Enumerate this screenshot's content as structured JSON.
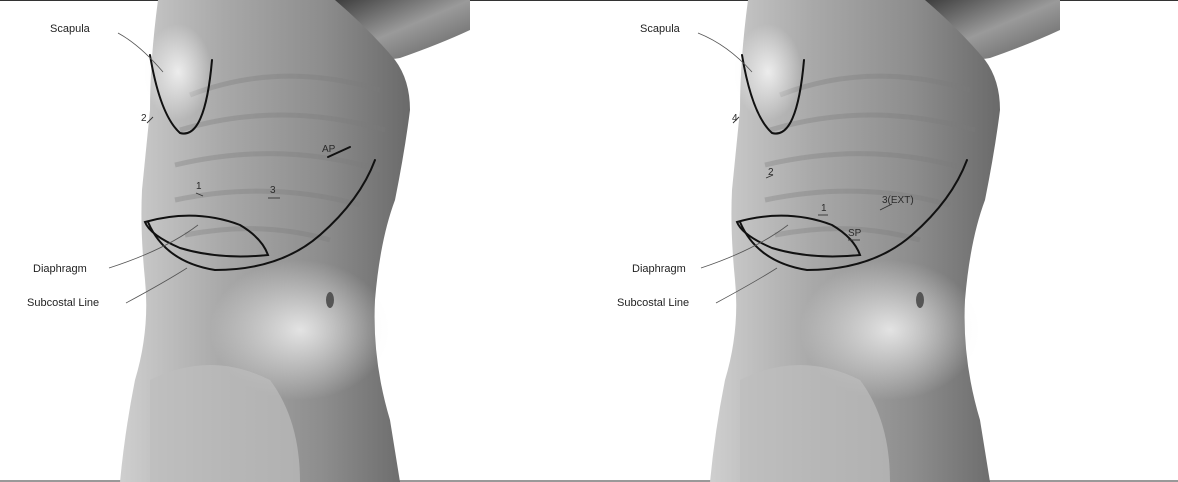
{
  "panels": [
    {
      "id": "left",
      "labels": {
        "scapula": "Scapula",
        "diaphragm": "Diaphragm",
        "subcostal": "Subcostal Line"
      },
      "ports": {
        "p2": "2",
        "p1": "1",
        "p3": "3",
        "pap": "AP"
      }
    },
    {
      "id": "right",
      "labels": {
        "scapula": "Scapula",
        "diaphragm": "Diaphragm",
        "subcostal": "Subcostal Line"
      },
      "ports": {
        "p4": "4",
        "p2": "2",
        "p1": "1",
        "p3ext": "3(EXT)",
        "psp": "SP"
      }
    }
  ]
}
